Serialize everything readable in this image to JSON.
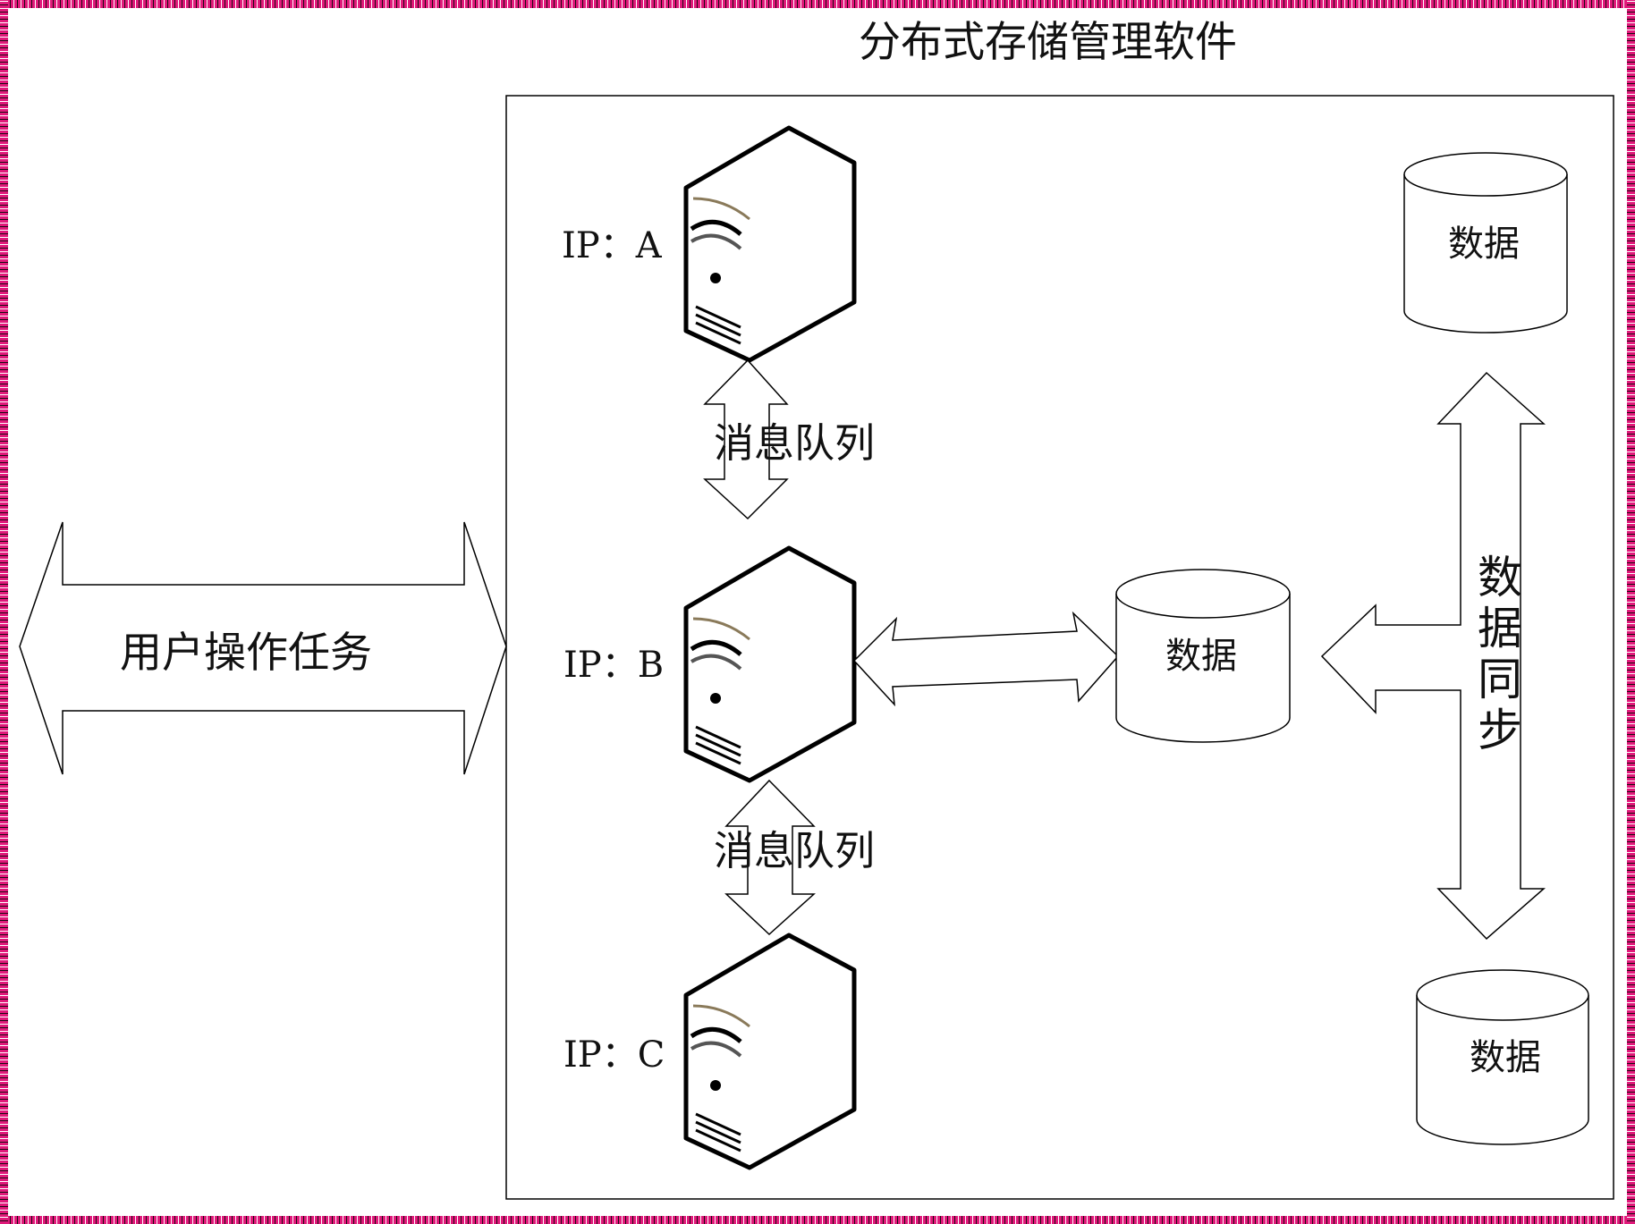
{
  "title": "分布式存储管理软件",
  "servers": [
    {
      "ip_label": "IP：A"
    },
    {
      "ip_label": "IP：B"
    },
    {
      "ip_label": "IP：C"
    }
  ],
  "message_queues": [
    "消息队列",
    "消息队列"
  ],
  "user_task": "用户操作任务",
  "data_stores": [
    "数据",
    "数据",
    "数据"
  ],
  "data_sync": "数据同步",
  "colors": {
    "frame_border": "#e0197a",
    "line": "#000000",
    "server_accent": "#8a7a5a"
  }
}
